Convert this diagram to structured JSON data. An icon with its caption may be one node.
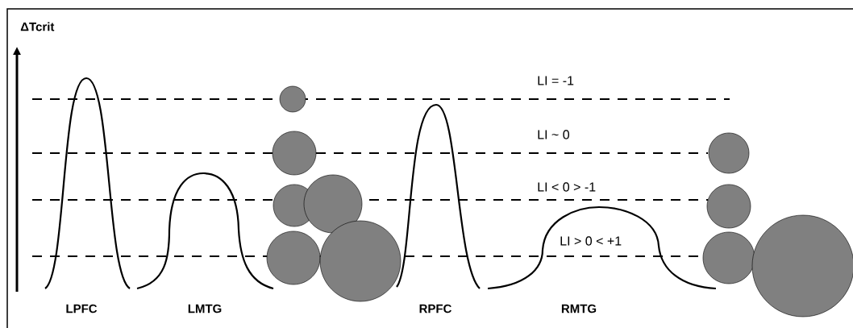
{
  "diagram": {
    "labels": [
      "ΔTcrit",
      "LI = -1",
      "LI ~ 0",
      "LI < 0 > -1",
      "LI > 0 < +1",
      "LPFC",
      "LMTG",
      "RPFC",
      "RMTG"
    ]
  }
}
